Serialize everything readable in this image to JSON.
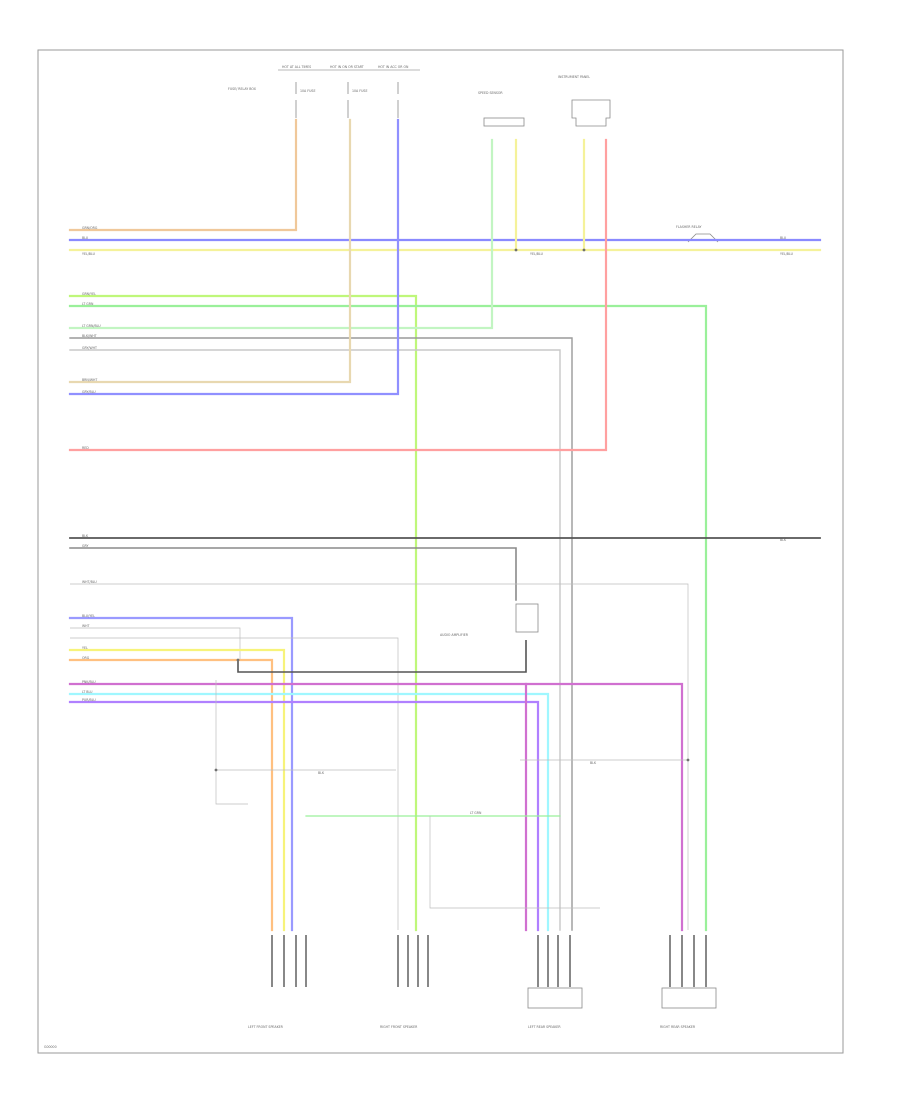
{
  "diagram": {
    "footer_label": "G00000",
    "top_fuse_labels": [
      "HOT AT ALL TIMES",
      "HOT IN ON OR START",
      "HOT IN ACC OR ON"
    ],
    "fuse_boxes": [
      {
        "id": "fuse1",
        "label": "FUSE/ RELAY BOX"
      },
      {
        "id": "fuse2",
        "label": "10A FUSE"
      },
      {
        "id": "fuse3",
        "label": "10A FUSE"
      }
    ],
    "devices": [
      {
        "id": "speed-sensor",
        "label": "SPEED SENSOR"
      },
      {
        "id": "instrument-panel",
        "label": "INSTRUMENT PANEL"
      },
      {
        "id": "relay",
        "label": "FLASHER RELAY"
      },
      {
        "id": "amplifier",
        "label": "AUDIO AMPLIFIER"
      }
    ],
    "speakers": [
      {
        "id": "sp1",
        "label": "LEFT FRONT SPEAKER"
      },
      {
        "id": "sp2",
        "label": "RIGHT FRONT SPEAKER"
      },
      {
        "id": "sp3",
        "label": "LEFT REAR SPEAKER"
      },
      {
        "id": "sp4",
        "label": "RIGHT REAR SPEAKER"
      }
    ],
    "wires": [
      {
        "id": "w-grn-org",
        "label": "GRN/ORG",
        "color": "#f0c89a"
      },
      {
        "id": "w-blu",
        "label": "BLU",
        "color": "#8a8aff"
      },
      {
        "id": "w-yel-blu",
        "label": "YEL/BLU",
        "color": "#f5f29a"
      },
      {
        "id": "w-grn-yel",
        "label": "GRN/YEL",
        "color": "#bff77a"
      },
      {
        "id": "w-lt-grn",
        "label": "LT GRN",
        "color": "#9af09a"
      },
      {
        "id": "w-lt-grn2",
        "label": "LT GRN/BLU",
        "color": "#c2f5c2"
      },
      {
        "id": "w-blk-wht",
        "label": "BLK/WHT",
        "color": "#9a9a9a"
      },
      {
        "id": "w-gry-wht",
        "label": "GRY/WHT",
        "color": "#c8c8c8"
      },
      {
        "id": "w-brn-wht",
        "label": "BRN/WHT",
        "color": "#e8d8b0"
      },
      {
        "id": "w-gry-blu",
        "label": "GRY/BLU",
        "color": "#9090ff"
      },
      {
        "id": "w-red",
        "label": "RED",
        "color": "#ffa0a0"
      },
      {
        "id": "w-blk",
        "label": "BLK",
        "color": "#555555"
      },
      {
        "id": "w-gry",
        "label": "GRY",
        "color": "#8a8a8a"
      },
      {
        "id": "w-wht-blu",
        "label": "WHT/BLU",
        "color": "#d8d8d8"
      },
      {
        "id": "w-blu-yel",
        "label": "BLU/YEL",
        "color": "#9a9aff"
      },
      {
        "id": "w-wht",
        "label": "WHT",
        "color": "#d0d0d0"
      },
      {
        "id": "w-yel",
        "label": "YEL",
        "color": "#f7f37a"
      },
      {
        "id": "w-org",
        "label": "ORG",
        "color": "#ffc080"
      },
      {
        "id": "w-pnk-blu",
        "label": "PNK/BLU",
        "color": "#d070d0"
      },
      {
        "id": "w-lt-blu",
        "label": "LT BLU",
        "color": "#a0f7ff"
      },
      {
        "id": "w-pur",
        "label": "PUR/BLU",
        "color": "#b080ff"
      }
    ]
  }
}
